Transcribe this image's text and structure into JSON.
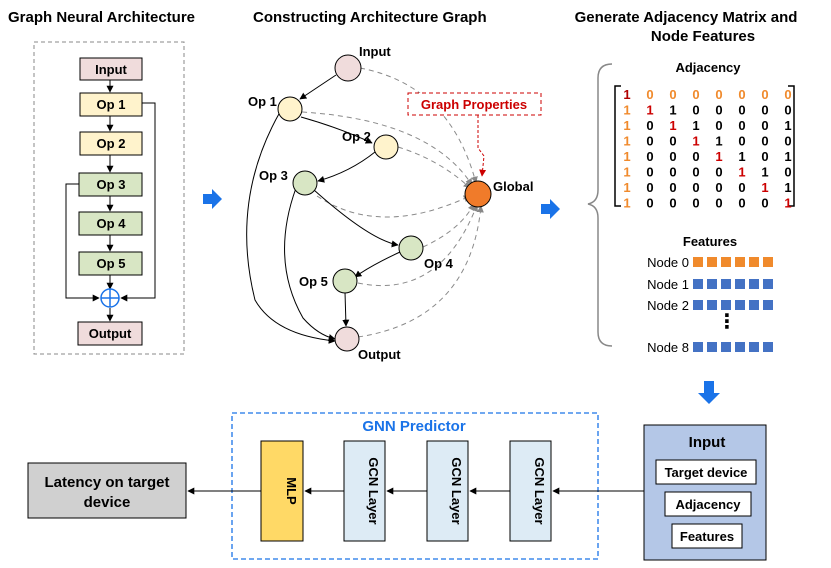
{
  "panels": {
    "graph_neural_architecture": {
      "title": "Graph Neural Architecture",
      "ops": [
        "Input",
        "Op 1",
        "Op 2",
        "Op 3",
        "Op 4",
        "Op 5",
        "Output"
      ]
    },
    "constructing_graph": {
      "title": "Constructing Architecture Graph",
      "nodes": [
        "Input",
        "Op 1",
        "Op 2",
        "Op 3",
        "Op 4",
        "Op 5",
        "Output",
        "Global"
      ],
      "annotation": "Graph Properties"
    },
    "adjacency_features": {
      "title_line1": "Generate Adjacency Matrix and",
      "title_line2": "Node Features",
      "adjacency_title": "Adjacency",
      "matrix": [
        [
          "1",
          "0",
          "0",
          "0",
          "0",
          "0",
          "0",
          "0"
        ],
        [
          "1",
          "1",
          "1",
          "0",
          "0",
          "0",
          "0",
          "0"
        ],
        [
          "1",
          "0",
          "1",
          "1",
          "0",
          "0",
          "0",
          "1"
        ],
        [
          "1",
          "0",
          "0",
          "1",
          "1",
          "0",
          "0",
          "0"
        ],
        [
          "1",
          "0",
          "0",
          "0",
          "1",
          "1",
          "0",
          "1"
        ],
        [
          "1",
          "0",
          "0",
          "0",
          "0",
          "1",
          "1",
          "0"
        ],
        [
          "1",
          "0",
          "0",
          "0",
          "0",
          "0",
          "1",
          "1"
        ],
        [
          "1",
          "0",
          "0",
          "0",
          "0",
          "0",
          "0",
          "1"
        ]
      ],
      "features_title": "Features",
      "feature_rows": [
        "Node 0",
        "Node 1",
        "Node 2",
        "Node 8"
      ],
      "ellipsis": "⋮"
    },
    "predictor": {
      "title": "GNN Predictor",
      "mlp": "MLP",
      "gcn_layers": [
        "GCN Layer",
        "GCN Layer",
        "GCN Layer"
      ],
      "input_title": "Input",
      "input_items": [
        "Target device",
        "Adjacency",
        "Features"
      ],
      "output_line1": "Latency on target",
      "output_line2": "device"
    }
  },
  "colors": {
    "input_node": "#f0dcdc",
    "op_yellow": "#fff3cc",
    "op_green": "#d8e6c4",
    "global_node": "#f07b2a",
    "accent_blue": "#1a73e8",
    "annotation_red": "#cc0000",
    "matrix_orange": "#f08a2c",
    "feature_orange": "#f08a2c",
    "feature_blue": "#4472c4",
    "mlp_fill": "#ffd966",
    "gcn_fill": "#ddebf5",
    "input_box_fill": "#b4c7e7",
    "output_box_fill": "#d0d0d0"
  }
}
